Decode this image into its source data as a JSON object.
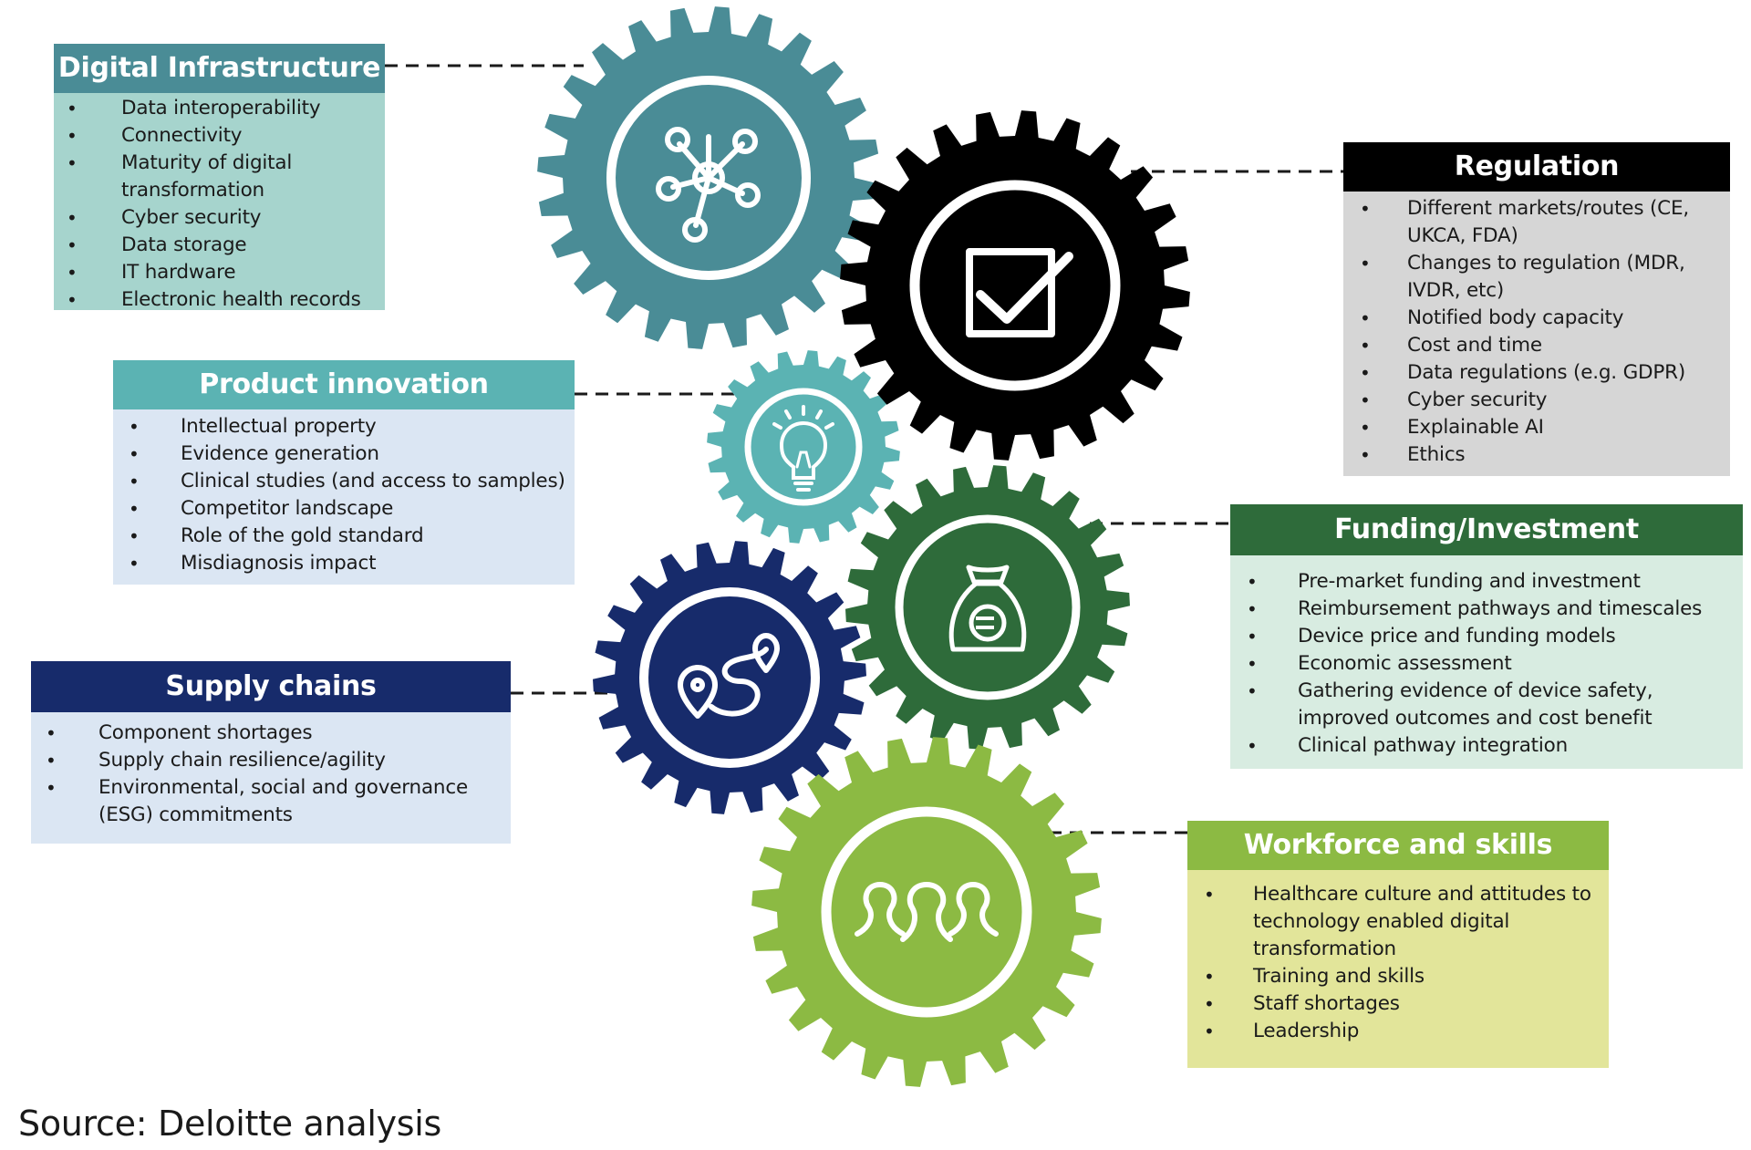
{
  "colors": {
    "digital_gear": "#4a8c96",
    "regulation_gear": "#000000",
    "product_gear": "#5bb3b3",
    "funding_gear": "#2e6b3a",
    "supply_gear": "#172b6b",
    "workforce_gear": "#8cba43"
  },
  "boxes": {
    "digital": {
      "title": "Digital Infrastructure",
      "icon": "network-icon",
      "items": [
        "Data interoperability",
        "Connectivity",
        "Maturity of digital transformation",
        "Cyber security",
        "Data storage",
        "IT hardware",
        "Electronic health records"
      ]
    },
    "product": {
      "title": "Product innovation",
      "icon": "lightbulb-icon",
      "items": [
        "Intellectual property",
        "Evidence generation",
        "Clinical studies (and access to samples)",
        "Competitor landscape",
        "Role of the gold standard",
        "Misdiagnosis impact"
      ]
    },
    "supply": {
      "title": "Supply chains",
      "icon": "route-icon",
      "items": [
        "Component shortages",
        "Supply chain resilience/agility",
        "Environmental, social and governance (ESG) commitments"
      ]
    },
    "regulation": {
      "title": "Regulation",
      "icon": "checkbox-icon",
      "items": [
        "Different markets/routes (CE, UKCA, FDA)",
        "Changes to regulation (MDR, IVDR, etc)",
        "Notified body capacity",
        "Cost and time",
        "Data regulations (e.g. GDPR)",
        "Cyber security",
        "Explainable AI",
        "Ethics"
      ]
    },
    "funding": {
      "title": "Funding/Investment",
      "icon": "money-bag-euro-icon",
      "items": [
        "Pre-market funding and investment",
        "Reimbursement pathways and timescales",
        "Device price and funding models",
        "Economic assessment",
        "Gathering evidence of device safety, improved outcomes and cost benefit",
        "Clinical pathway integration"
      ]
    },
    "workforce": {
      "title": "Workforce and skills",
      "icon": "people-icon",
      "items": [
        "Healthcare culture and attitudes to technology enabled digital transformation",
        "Training and skills",
        "Staff shortages",
        "Leadership"
      ]
    }
  },
  "source": "Source: Deloitte analysis"
}
